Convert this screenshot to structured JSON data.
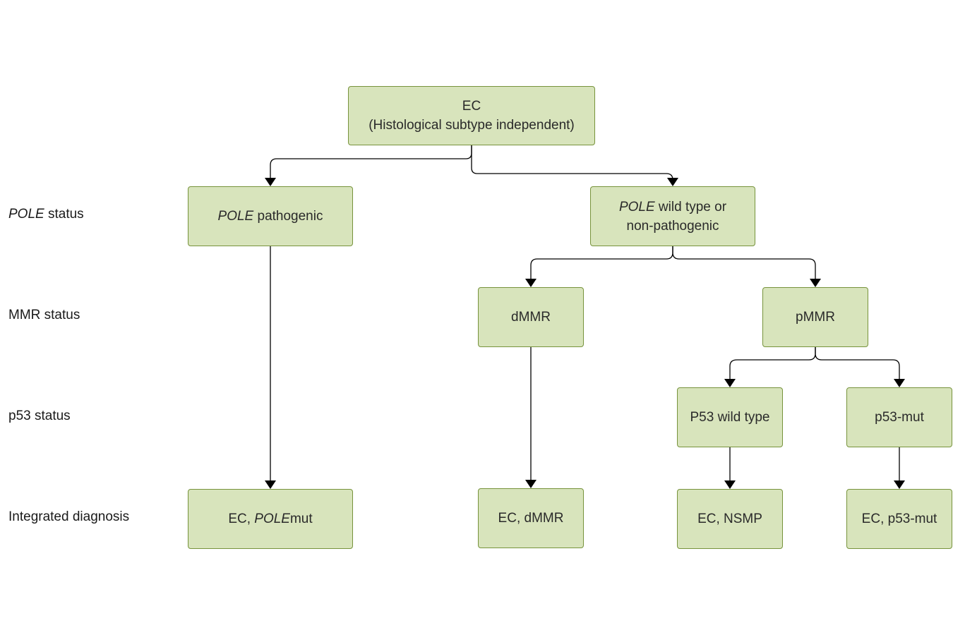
{
  "colors": {
    "box_fill": "#d8e4bc",
    "box_border": "#77933c",
    "arrow": "#000000"
  },
  "row_labels": {
    "pole": {
      "italic": "POLE",
      "rest": " status"
    },
    "mmr": "MMR status",
    "p53": "p53 status",
    "integrated": "Integrated diagnosis"
  },
  "nodes": {
    "root": {
      "line1": "EC",
      "line2": "(Histological subtype independent)"
    },
    "pole_pathogenic": {
      "italic": "POLE",
      "rest": " pathogenic"
    },
    "pole_wildtype": {
      "italic": "POLE",
      "rest1": " wild type or",
      "line2": "non-pathogenic"
    },
    "dmmr": "dMMR",
    "pmmr": "pMMR",
    "p53_wildtype": "P53 wild type",
    "p53_mut": "p53-mut",
    "ec_polemut": {
      "pre": "EC, ",
      "italic": "POLE",
      "post": "mut"
    },
    "ec_dmmr": "EC, dMMR",
    "ec_nsmp": "EC, NSMP",
    "ec_p53mut": "EC, p53-mut"
  }
}
